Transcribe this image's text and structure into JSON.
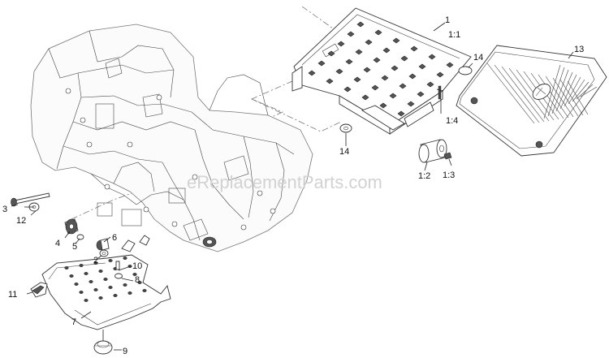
{
  "watermark": "eReplacementParts.com",
  "callouts": {
    "c1": "1",
    "c1_1": "1:1",
    "c1_2": "1:2",
    "c1_3": "1:3",
    "c1_4": "1:4",
    "c2": "2",
    "c3": "3",
    "c4": "4",
    "c5": "5",
    "c6": "6",
    "c7": "7",
    "c8": "8",
    "c9": "9",
    "c10": "10",
    "c11": "11",
    "c12": "12",
    "c13": "13",
    "c14a": "14",
    "c14b": "14"
  }
}
